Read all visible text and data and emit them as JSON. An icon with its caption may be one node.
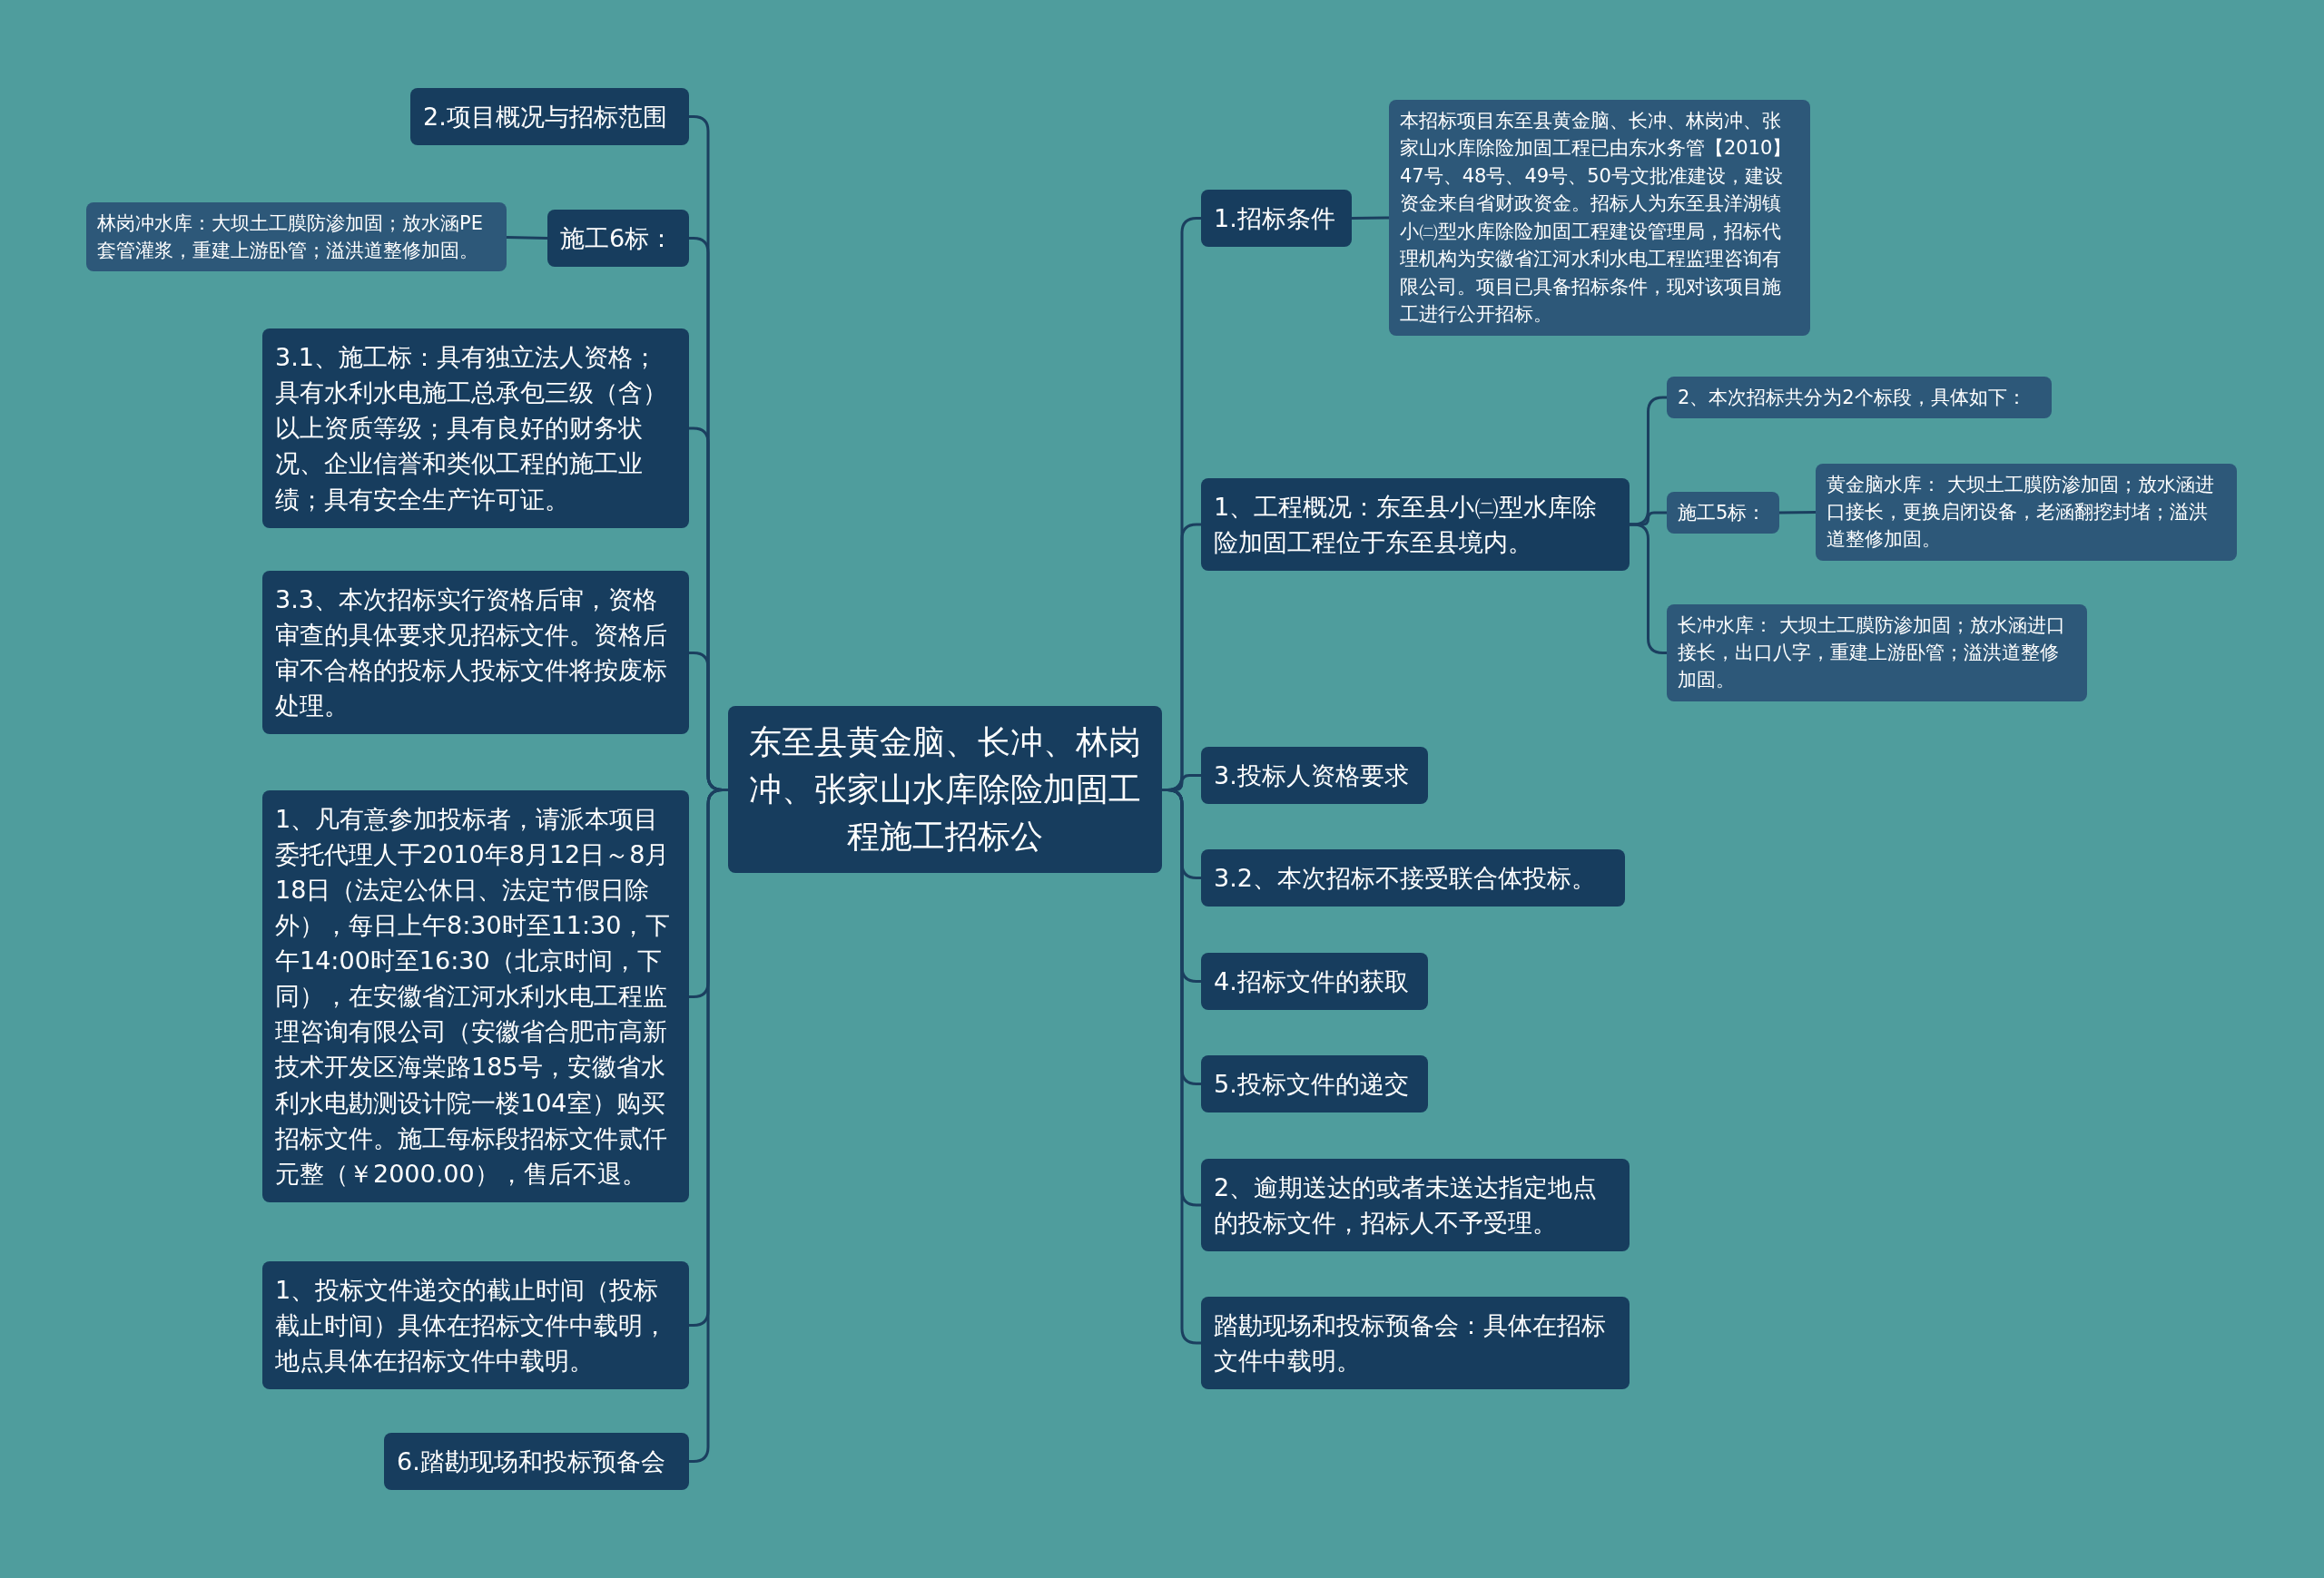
{
  "diagram": {
    "nodes": [
      {
        "text": [
          "东至县黄金脑、长冲、林岗冲、张家山水库除险加固工程施工招标公"
        ]
      },
      {
        "text": [
          "2.项目概况与招标范围"
        ]
      },
      {
        "text": [
          "施工6标："
        ]
      },
      {
        "text": [
          "林岗冲水库：大坝土工膜防渗加固；放水涵PE套管灌浆，重建上游卧管；溢洪道整修加固。"
        ]
      },
      {
        "text": [
          "3.1、施工标：具有独立法人资格；具有水利水电施工总承包三级（含）以上资质等级；具有良好的财务状况、企业信誉和类似工程的施工业绩；具有安全生产许可证。"
        ]
      },
      {
        "text": [
          "3.3、本次招标实行资格后审，资格审查的具体要求见招标文件。资格后审不合格的投标人投标文件将按废标处理。"
        ]
      },
      {
        "text": [
          "1、凡有意参加投标者，请派本项目委托代理人于2010年8月12日～8月18日（法定公休日、法定节假日除外），每日上午8:30时至11:30，下午14:00时至16:30（北京时间，下同），在安徽省江河水利水电工程监理咨询有限公司（安徽省合肥市高新技术开发区海棠路185号，安徽省水利水电勘测设计院一楼104室）购买招标文件。施工每标段招标文件贰仟元整（￥2000.00），售后不退。"
        ]
      },
      {
        "text": [
          "1、投标文件递交的截止时间（投标截止时间）具体在招标文件中载明，地点具体在招标文件中载明。"
        ]
      },
      {
        "text": [
          "6.踏勘现场和投标预备会"
        ]
      },
      {
        "text": [
          "1.招标条件"
        ]
      },
      {
        "text": [
          "本招标项目东至县黄金脑、长冲、林岗冲、张家山水库除险加固工程已由东水务管【2010】47号、48号、49号、50号文批准建设，建设资金来自省财政资金。招标人为东至县洋湖镇小㈡型水库除险加固工程建设管理局，招标代理机构为安徽省江河水利水电工程监理咨询有限公司。项目已具备招标条件，现对该项目施工进行公开招标。"
        ]
      },
      {
        "text": [
          "1、工程概况：东至县小㈡型水库除险加固工程位于东至县境内。"
        ]
      },
      {
        "text": [
          "2、本次招标共分为2个标段，具体如下："
        ]
      },
      {
        "text": [
          "施工5标："
        ]
      },
      {
        "text": [
          "黄金脑水库： 大坝土工膜防渗加固；放水涵进口接长，更换启闭设备，老涵翻挖封堵；溢洪道整修加固。"
        ]
      },
      {
        "text": [
          "长冲水库： 大坝土工膜防渗加固；放水涵进口接长，出口八字，重建上游卧管；溢洪道整修加固。"
        ]
      },
      {
        "text": [
          "3.投标人资格要求"
        ]
      },
      {
        "text": [
          "3.2、本次招标不接受联合体投标。"
        ]
      },
      {
        "text": [
          "4.招标文件的获取"
        ]
      },
      {
        "text": [
          "5.投标文件的递交"
        ]
      },
      {
        "text": [
          "2、逾期送达的或者未送达指定地点的投标文件，招标人不予受理。"
        ]
      },
      {
        "text": [
          "踏勘现场和投标预备会：具体在招标文件中载明。"
        ]
      }
    ],
    "edges": [
      {
        "from": 0,
        "to": 1,
        "arrow": "none"
      },
      {
        "from": 0,
        "to": 2,
        "arrow": "none"
      },
      {
        "from": 2,
        "to": 3,
        "arrow": "none"
      },
      {
        "from": 0,
        "to": 4,
        "arrow": "none"
      },
      {
        "from": 0,
        "to": 5,
        "arrow": "none"
      },
      {
        "from": 0,
        "to": 6,
        "arrow": "none"
      },
      {
        "from": 0,
        "to": 7,
        "arrow": "none"
      },
      {
        "from": 0,
        "to": 8,
        "arrow": "none"
      },
      {
        "from": 0,
        "to": 9,
        "arrow": "none"
      },
      {
        "from": 9,
        "to": 10,
        "arrow": "none"
      },
      {
        "from": 0,
        "to": 11,
        "arrow": "none"
      },
      {
        "from": 11,
        "to": 12,
        "arrow": "none"
      },
      {
        "from": 11,
        "to": 13,
        "arrow": "none"
      },
      {
        "from": 13,
        "to": 14,
        "arrow": "none"
      },
      {
        "from": 11,
        "to": 15,
        "arrow": "none"
      },
      {
        "from": 0,
        "to": 16,
        "arrow": "none"
      },
      {
        "from": 0,
        "to": 17,
        "arrow": "none"
      },
      {
        "from": 0,
        "to": 18,
        "arrow": "none"
      },
      {
        "from": 0,
        "to": 19,
        "arrow": "none"
      },
      {
        "from": 0,
        "to": 20,
        "arrow": "none"
      },
      {
        "from": 0,
        "to": 21,
        "arrow": "none"
      }
    ]
  }
}
